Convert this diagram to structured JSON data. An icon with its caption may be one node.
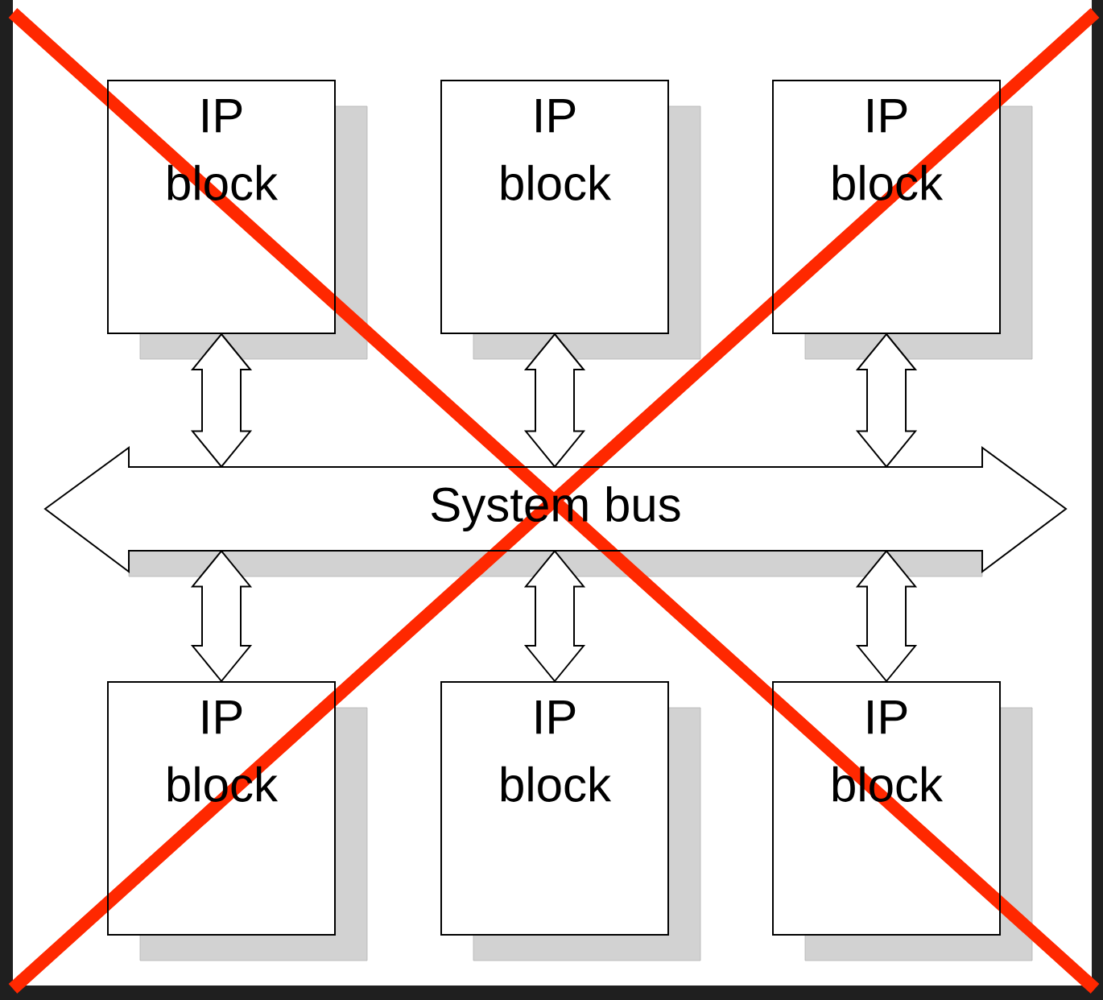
{
  "diagram": {
    "nodes": [
      {
        "text": [
          "IP block"
        ]
      },
      {
        "text": [
          "IP block"
        ]
      },
      {
        "text": [
          "IP block"
        ]
      },
      {
        "text": [
          "System bus"
        ]
      },
      {
        "text": [
          "IP block"
        ]
      },
      {
        "text": [
          "IP block"
        ]
      },
      {
        "text": [
          "IP block"
        ]
      }
    ],
    "edges": [
      {
        "from": 0,
        "to": 3,
        "arrow": "both"
      },
      {
        "from": 1,
        "to": 3,
        "arrow": "both"
      },
      {
        "from": 2,
        "to": 3,
        "arrow": "both"
      },
      {
        "from": 3,
        "to": 4,
        "arrow": "both"
      },
      {
        "from": 3,
        "to": 5,
        "arrow": "both"
      },
      {
        "from": 3,
        "to": 6,
        "arrow": "both"
      }
    ]
  }
}
